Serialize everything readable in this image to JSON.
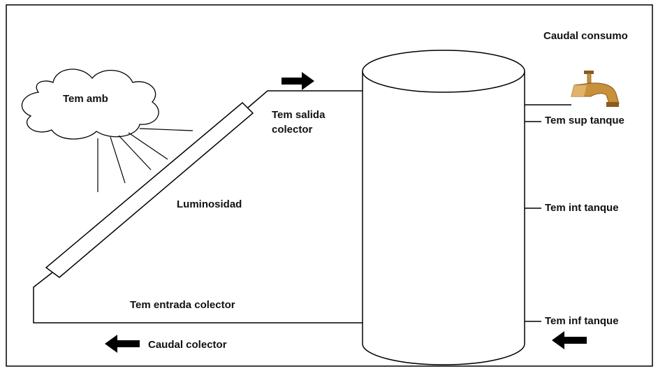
{
  "labels": {
    "ambient": "Tem amb",
    "outlet_line1": "Tem salida",
    "outlet_line2": "colector",
    "luminosity": "Luminosidad",
    "inlet": "Tem entrada colector",
    "collector_flow": "Caudal colector",
    "consumption_flow": "Caudal consumo",
    "tank_top": "Tem sup tanque",
    "tank_mid": "Tem int tanque",
    "tank_bottom": "Tem inf tanque"
  },
  "colors": {
    "line": "#000000",
    "faucet_brass": "#c8903a",
    "faucet_dark": "#8a5a1c"
  },
  "icons": [
    "cloud-icon",
    "sun-rays-icon",
    "faucet-icon",
    "arrow-right-icon",
    "arrow-left-icon"
  ]
}
